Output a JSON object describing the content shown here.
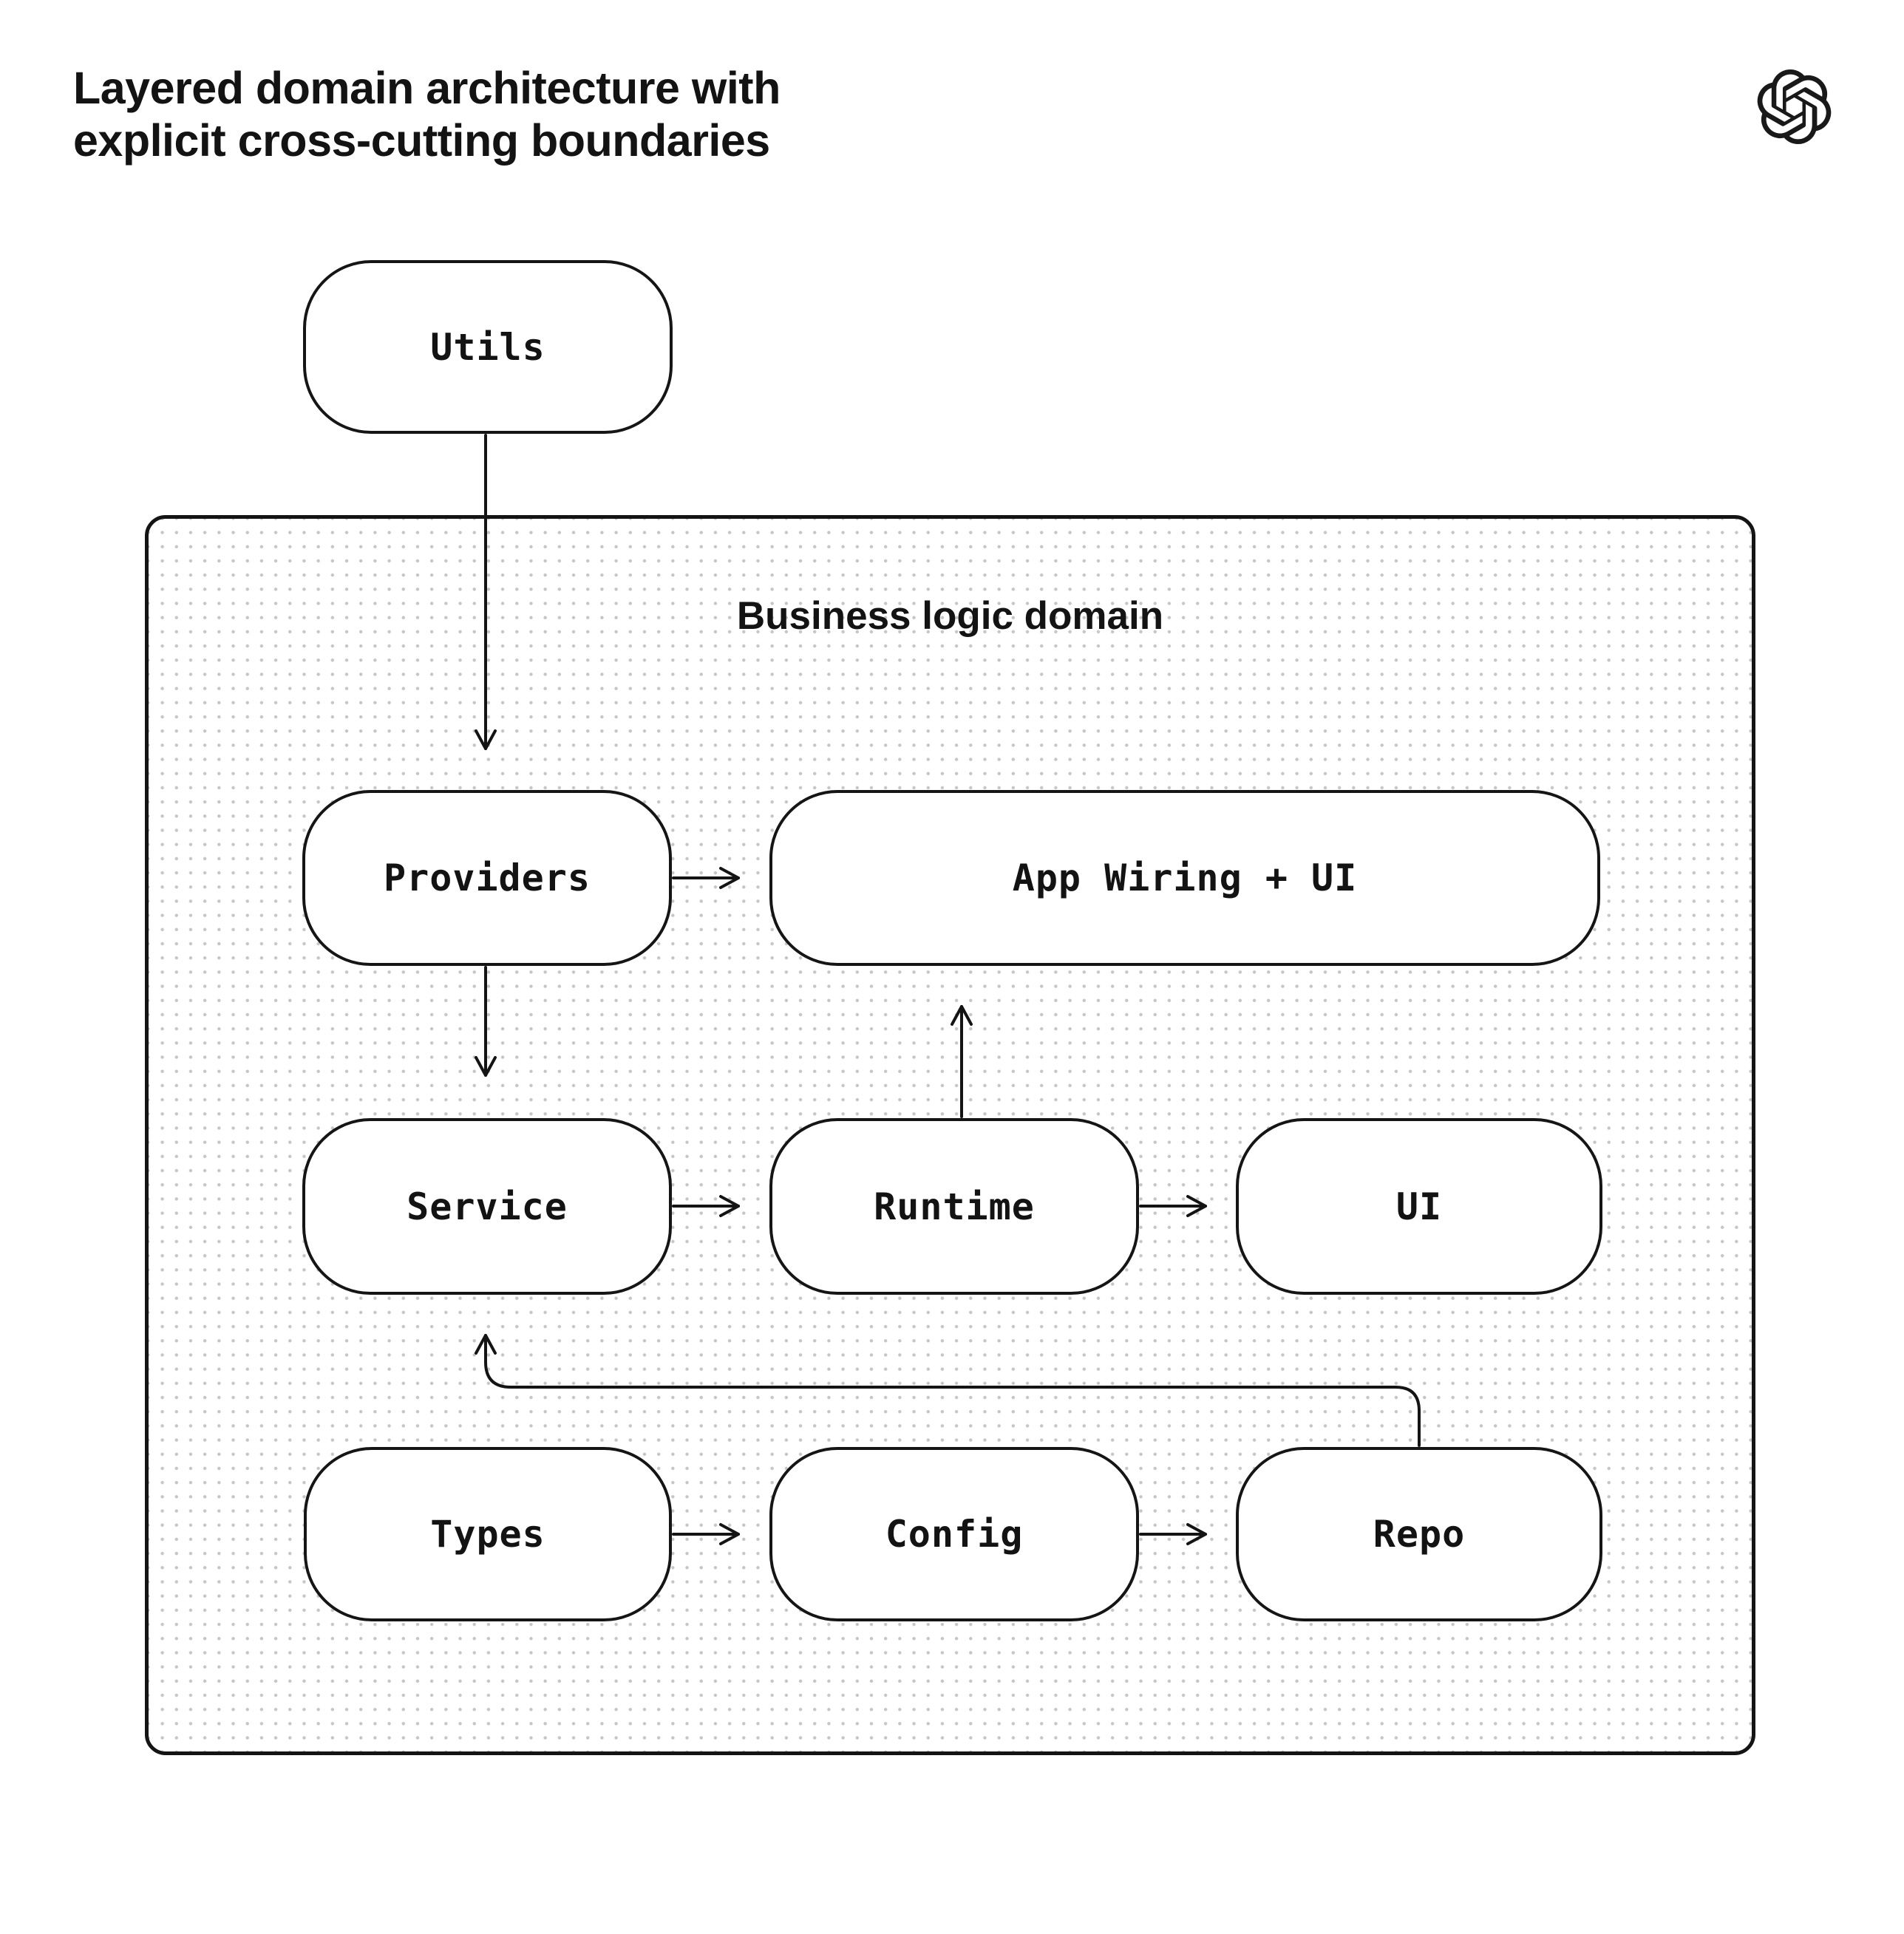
{
  "header": {
    "title_lines": [
      "Layered domain architecture with",
      "explicit cross-cutting boundaries"
    ],
    "logo_icon": "openai-logo-icon"
  },
  "container": {
    "label": "Business logic domain",
    "style": "dotted-fill-rounded-border"
  },
  "nodes": {
    "utils": {
      "label": "Utils"
    },
    "providers": {
      "label": "Providers"
    },
    "app_wiring": {
      "label": "App Wiring + UI"
    },
    "service": {
      "label": "Service"
    },
    "runtime": {
      "label": "Runtime"
    },
    "ui": {
      "label": "UI"
    },
    "types": {
      "label": "Types"
    },
    "config": {
      "label": "Config"
    },
    "repo": {
      "label": "Repo"
    }
  },
  "edges": [
    {
      "from": "utils",
      "to": "providers",
      "direction": "down"
    },
    {
      "from": "providers",
      "to": "app_wiring",
      "direction": "right"
    },
    {
      "from": "providers",
      "to": "service",
      "direction": "down"
    },
    {
      "from": "runtime",
      "to": "app_wiring",
      "direction": "up"
    },
    {
      "from": "service",
      "to": "runtime",
      "direction": "right"
    },
    {
      "from": "runtime",
      "to": "ui",
      "direction": "right"
    },
    {
      "from": "types",
      "to": "config",
      "direction": "right"
    },
    {
      "from": "config",
      "to": "repo",
      "direction": "right"
    },
    {
      "from": "repo",
      "to": "service",
      "direction": "elbow-up-left-up"
    }
  ],
  "colors": {
    "ink": "#141414",
    "dot_pattern": "#c6c6c6",
    "background": "#ffffff",
    "node_fill": "#ffffff"
  }
}
